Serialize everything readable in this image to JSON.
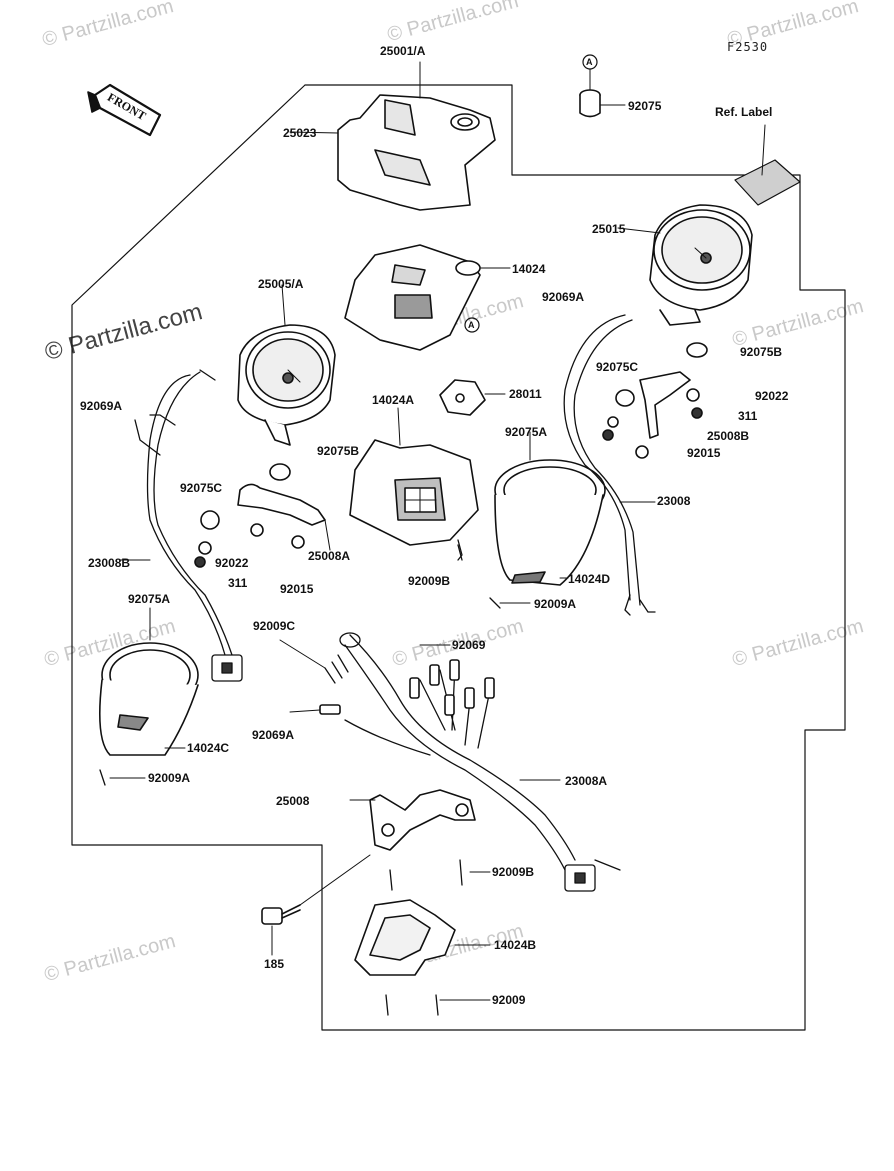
{
  "figure_code": "F2530",
  "front_label": "FRONT",
  "ref_label": "Ref. Label",
  "callout_A": "A",
  "watermarks": [
    "© Partzilla.com",
    "© Partzilla.com",
    "© Partzilla.com",
    "© Partzilla.com",
    "© Partzilla.com",
    "© Partzilla.com",
    "© Partzilla.com",
    "© Partzilla.com",
    "© Partzilla.com",
    "© Partzilla.com",
    "© Partzilla.com"
  ],
  "parts": {
    "p25001A": "25001/A",
    "p92075": "92075",
    "p25023": "25023",
    "p14024": "14024",
    "p25015": "25015",
    "p92069A_r": "92069A",
    "p25005A": "25005/A",
    "p92075B_r": "92075B",
    "p92075C_r": "92075C",
    "p92022_r": "92022",
    "p311_r": "311",
    "p25008B": "25008B",
    "p92015_r": "92015",
    "p28011": "28011",
    "p14024A": "14024A",
    "p92069A_l": "92069A",
    "p92075A_c": "92075A",
    "p23008": "23008",
    "p92075B_l": "92075B",
    "p92075C_l": "92075C",
    "p23008B": "23008B",
    "p92022_l": "92022",
    "p25008A": "25008A",
    "p311_l": "311",
    "p92015_l": "92015",
    "p92009B_c": "92009B",
    "p14024D": "14024D",
    "p92009A_c": "92009A",
    "p92075A_l": "92075A",
    "p92009C": "92009C",
    "p92069": "92069",
    "p92069A_b": "92069A",
    "p14024C": "14024C",
    "p92009A_l": "92009A",
    "p23008A": "23008A",
    "p25008": "25008",
    "p92009B_b": "92009B",
    "p185": "185",
    "p14024B": "14024B",
    "p92009": "92009"
  }
}
